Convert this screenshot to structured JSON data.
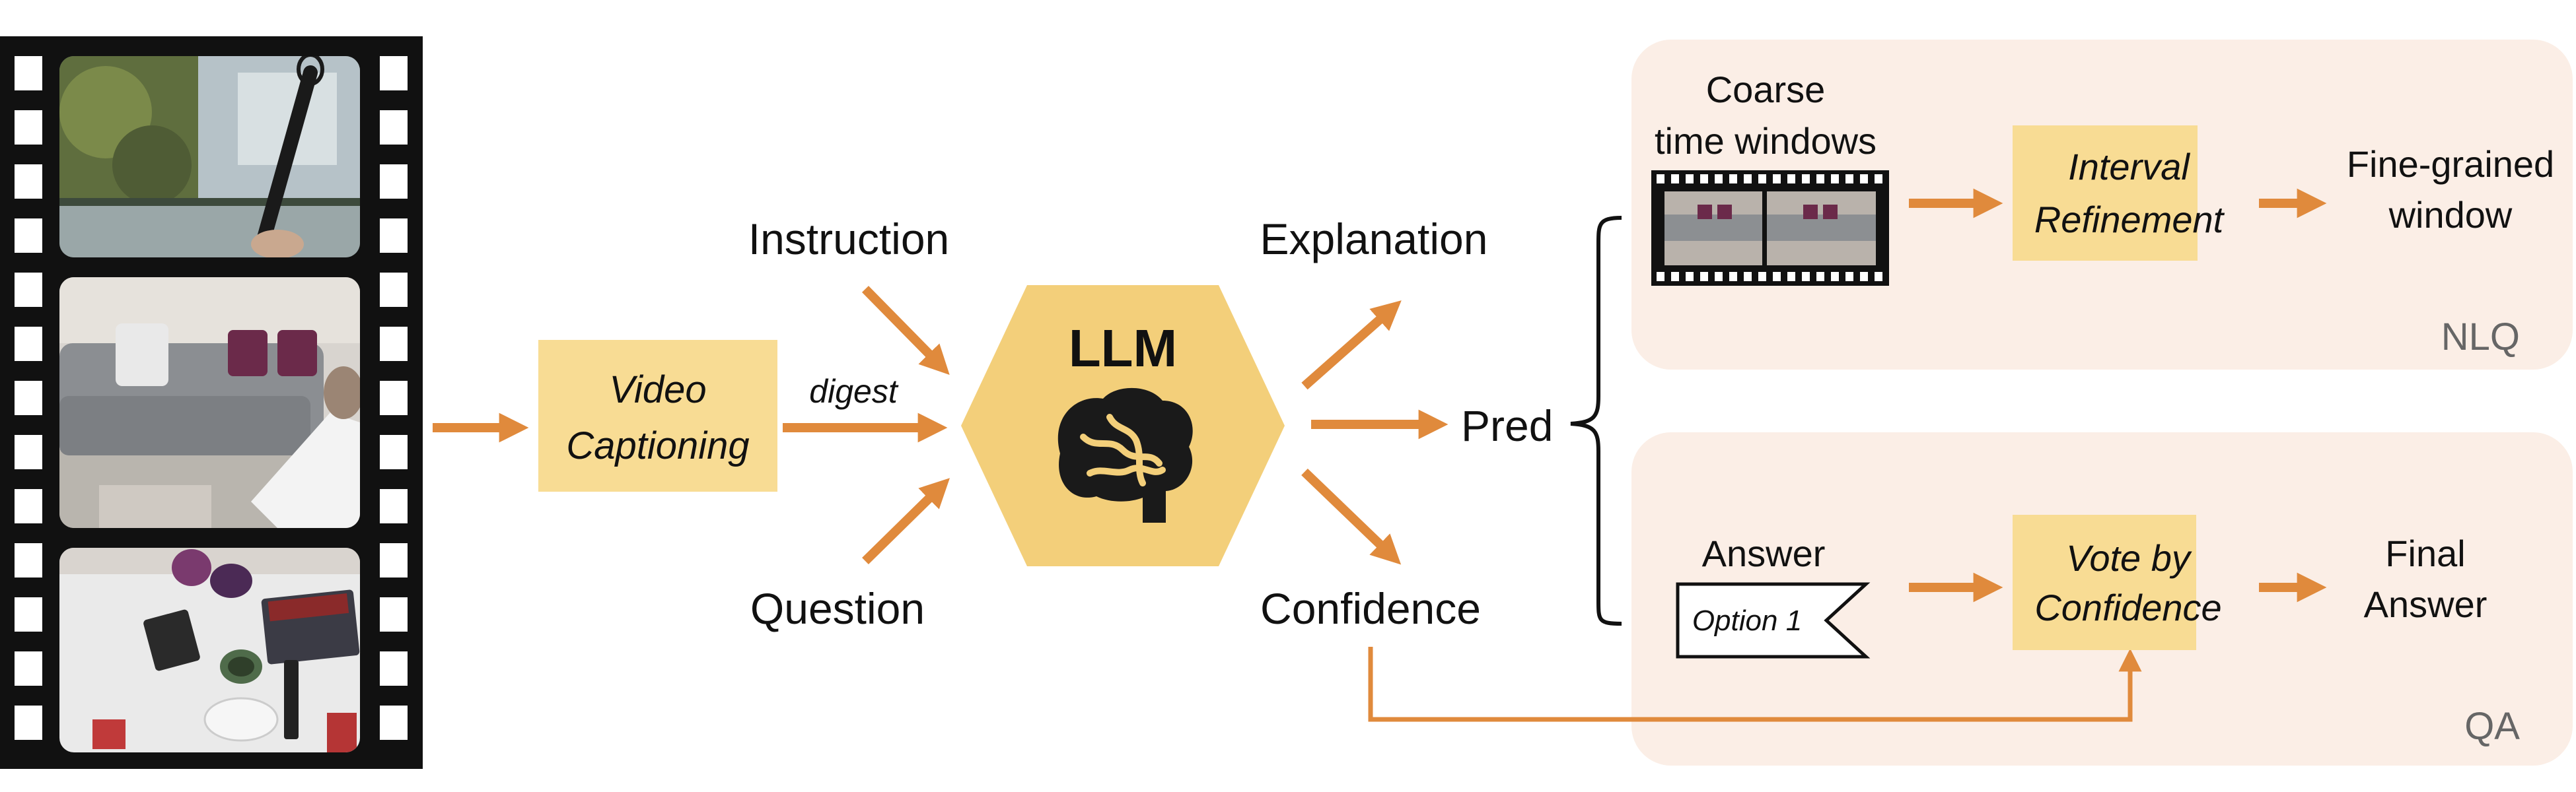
{
  "colors": {
    "arrow": "#e08a3c",
    "box_fill": "#f8dc94",
    "hex_fill": "#f3cf7a",
    "panel_fill": "#fbeee6",
    "film": "#111111",
    "text": "#111111",
    "panel_tag": "#666666"
  },
  "filmstrip": {
    "frames": [
      "video-frame-window-umbrella",
      "video-frame-living-room-sofa",
      "video-frame-coffee-table"
    ]
  },
  "nodes": {
    "video_captioning": {
      "line1": "Video",
      "line2": "Captioning"
    },
    "digest": "digest",
    "instruction": "Instruction",
    "question": "Question",
    "llm": {
      "label": "LLM",
      "icon": "brain-icon"
    },
    "explanation": "Explanation",
    "pred": "Pred",
    "confidence": "Confidence"
  },
  "nlq_panel": {
    "tag": "NLQ",
    "coarse": {
      "line1": "Coarse",
      "line2": "time windows"
    },
    "refinement": {
      "line1": "Interval",
      "line2": "Refinement"
    },
    "result": {
      "line1": "Fine-grained",
      "line2": "window"
    }
  },
  "qa_panel": {
    "tag": "QA",
    "answer": "Answer",
    "option": "Option 1",
    "vote": {
      "line1": "Vote by",
      "line2": "Confidence"
    },
    "result": {
      "line1": "Final",
      "line2": "Answer"
    }
  }
}
